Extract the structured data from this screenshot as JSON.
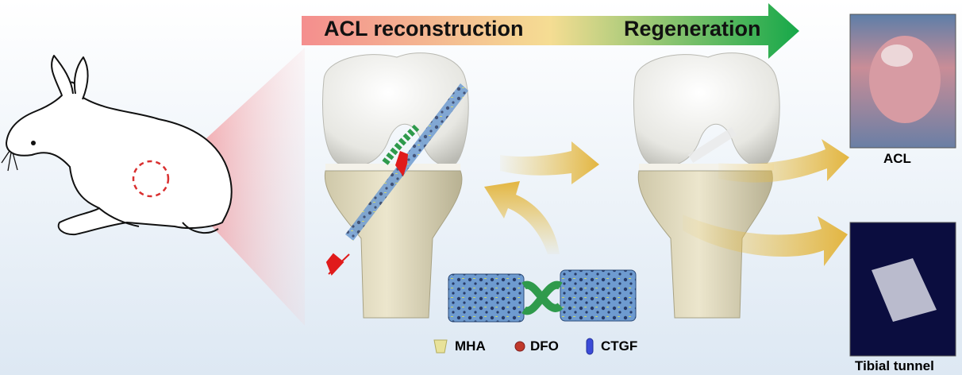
{
  "header_arrow": {
    "left_label": "ACL reconstruction",
    "right_label": "Regeneration"
  },
  "legend": {
    "items": [
      {
        "label": "MHA",
        "icon": "mha-icon",
        "color": "#e8e29a"
      },
      {
        "label": "DFO",
        "icon": "dfo-icon",
        "color": "#c0392b"
      },
      {
        "label": "CTGF",
        "icon": "ctgf-icon",
        "color": "#3b4bd8"
      }
    ]
  },
  "photos": {
    "top_caption": "ACL",
    "bottom_caption": "Tibial tunnel"
  },
  "colors": {
    "arrow_start": "#f28a8a",
    "arrow_mid": "#f3d98b",
    "arrow_end": "#18a84a",
    "flow_arrow": "#e3b63a",
    "scaffold": "#5d8fc4",
    "braid": "#2f9a4c",
    "marker": "#e01b1b"
  }
}
